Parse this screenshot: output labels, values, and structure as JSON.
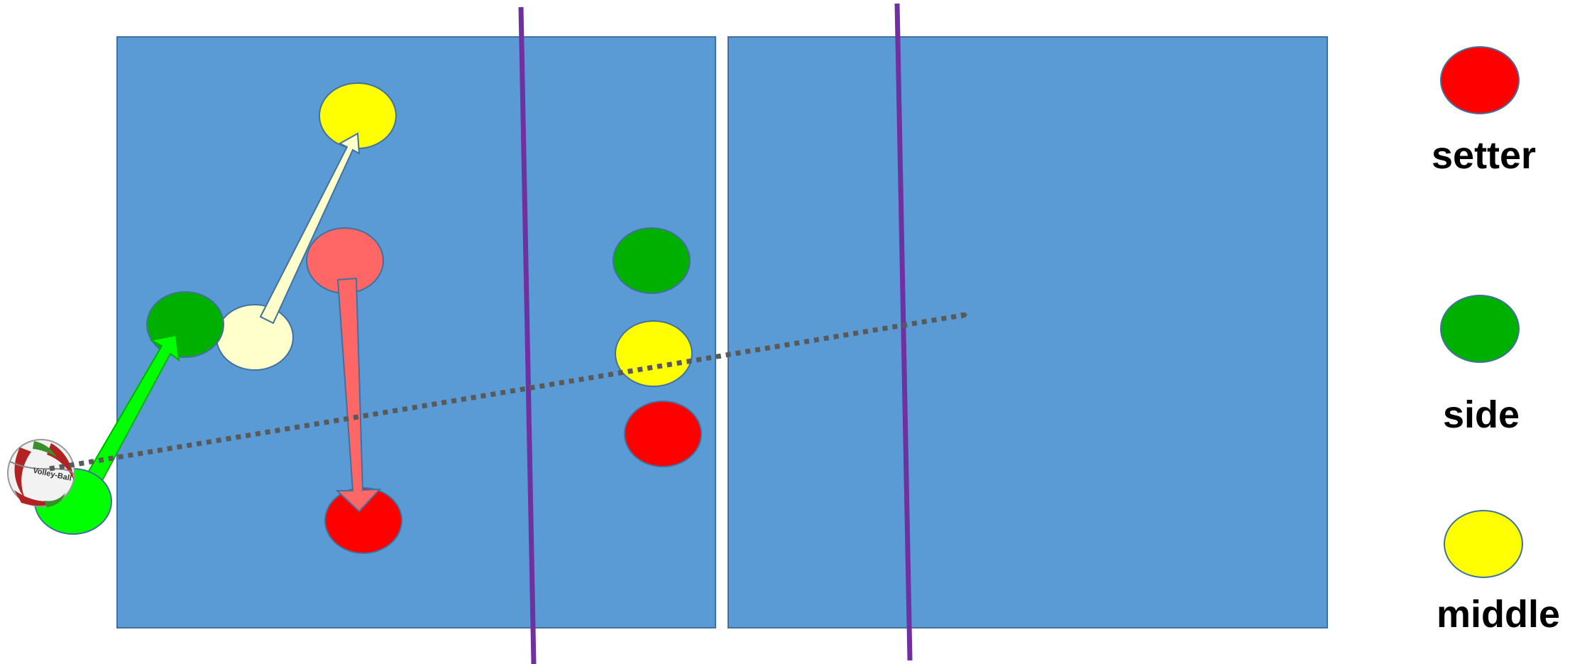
{
  "colors": {
    "court": "#5B9BD5",
    "court_border": "#41719C",
    "line": "#7030A0",
    "setter": "#FF0000",
    "setter_faded": "#FF6666",
    "side": "#00B000",
    "side_bright": "#00FF00",
    "middle": "#FFFF00",
    "middle_faded": "#FFFFCC",
    "trajectory": "#595959"
  },
  "legend": {
    "setter_label": "setter",
    "side_label": "side",
    "middle_label": "middle"
  },
  "icons": {
    "ball": "volleyball-icon",
    "ball_text": "Volley-Ball"
  }
}
